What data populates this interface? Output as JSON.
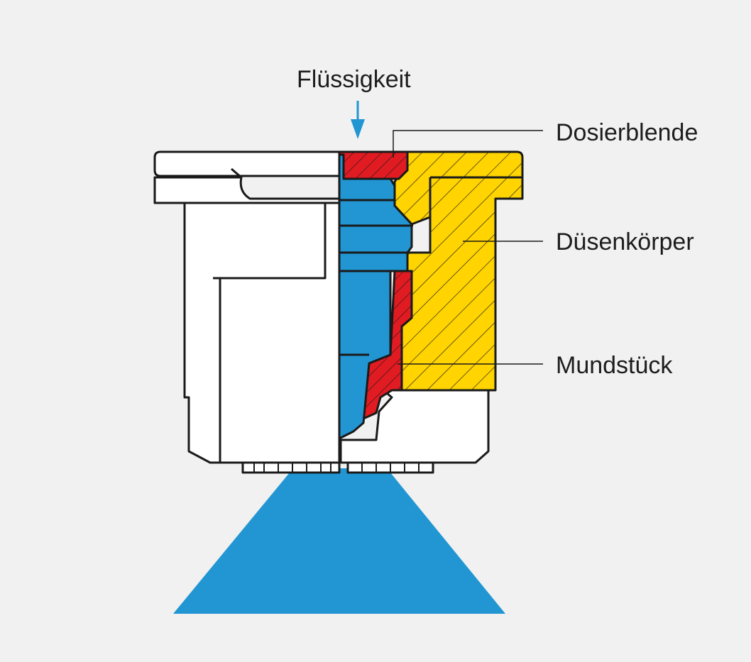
{
  "labels": {
    "input": "Flüssigkeit",
    "metering": "Dosierblende",
    "body": "Düsenkörper",
    "tip": "Mundstück"
  },
  "colors": {
    "background": "#f1f1f1",
    "fluid": "#2196d3",
    "orifice": "#e01b22",
    "nozzle_body": "#ffd400",
    "outline": "#1a1a1a",
    "housing": "#ffffff"
  },
  "icons": {
    "flow_arrow": "arrow-down-icon"
  }
}
